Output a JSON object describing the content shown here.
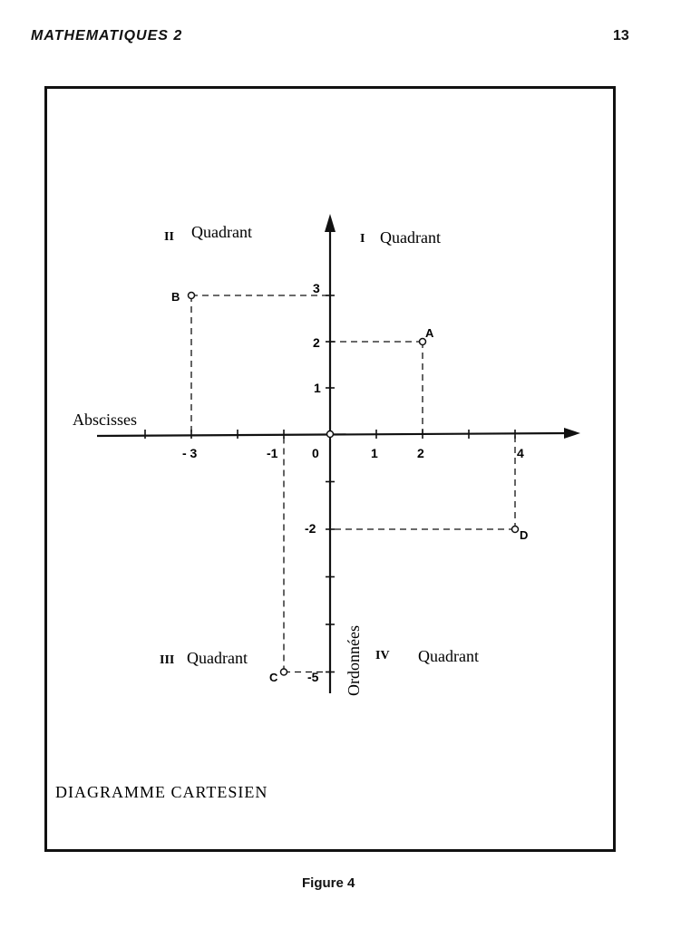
{
  "header": {
    "title": "MATHEMATIQUES 2",
    "page_number": "13"
  },
  "diagram": {
    "title": "DIAGRAMME CARTESIEN",
    "x_axis_label": "Abscisses",
    "y_axis_label": "Ordonnées",
    "x_tick_labels": [
      {
        "value": -3,
        "text": "- 3"
      },
      {
        "value": -1,
        "text": "-1"
      },
      {
        "value": 0,
        "text": "0"
      },
      {
        "value": 1,
        "text": "1"
      },
      {
        "value": 2,
        "text": "2"
      },
      {
        "value": 4,
        "text": "4"
      }
    ],
    "y_tick_labels": [
      {
        "value": 3,
        "text": "3"
      },
      {
        "value": 2,
        "text": "2"
      },
      {
        "value": 1,
        "text": "1"
      },
      {
        "value": -2,
        "text": "-2"
      },
      {
        "value": -5,
        "text": "-5"
      }
    ],
    "x_ticks": [
      -4,
      -3,
      -2,
      -1,
      1,
      2,
      3,
      4
    ],
    "y_ticks": [
      3,
      2,
      1,
      -1,
      -2,
      -3,
      -4,
      -5
    ],
    "points": [
      {
        "label": "A",
        "x": 2,
        "y": 2
      },
      {
        "label": "B",
        "x": -3,
        "y": 3
      },
      {
        "label": "C",
        "x": -1,
        "y": -5
      },
      {
        "label": "D",
        "x": 4,
        "y": -2
      }
    ],
    "quadrants": [
      {
        "numeral": "I",
        "label": "Quadrant"
      },
      {
        "numeral": "II",
        "label": "Quadrant"
      },
      {
        "numeral": "III",
        "label": "Quadrant"
      },
      {
        "numeral": "IV",
        "label": "Quadrant"
      }
    ]
  },
  "caption": "Figure 4"
}
